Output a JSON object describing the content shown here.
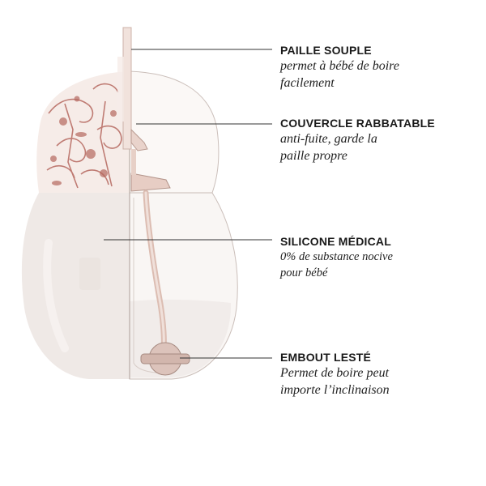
{
  "callouts": [
    {
      "title": "PAILLE SOUPLE",
      "description": "permet à bébé de boire\nfacilement"
    },
    {
      "title": "COUVERCLE RABBATABLE",
      "description": "anti-fuite, garde la\npaille propre"
    },
    {
      "title": "SILICONE MÉDICAL",
      "description": "0% de substance nocive\npour bébé"
    },
    {
      "title": "EMBOUT LESTÉ",
      "description": "Permet de boire peut\nimporte l’inclinaison"
    }
  ],
  "colors": {
    "bottle_body": "#f3eeeb",
    "bottle_cutaway": "#faf7f5",
    "floral_pattern": "#b5685f",
    "straw": "#e8cfc7",
    "leader_line": "#333333"
  }
}
